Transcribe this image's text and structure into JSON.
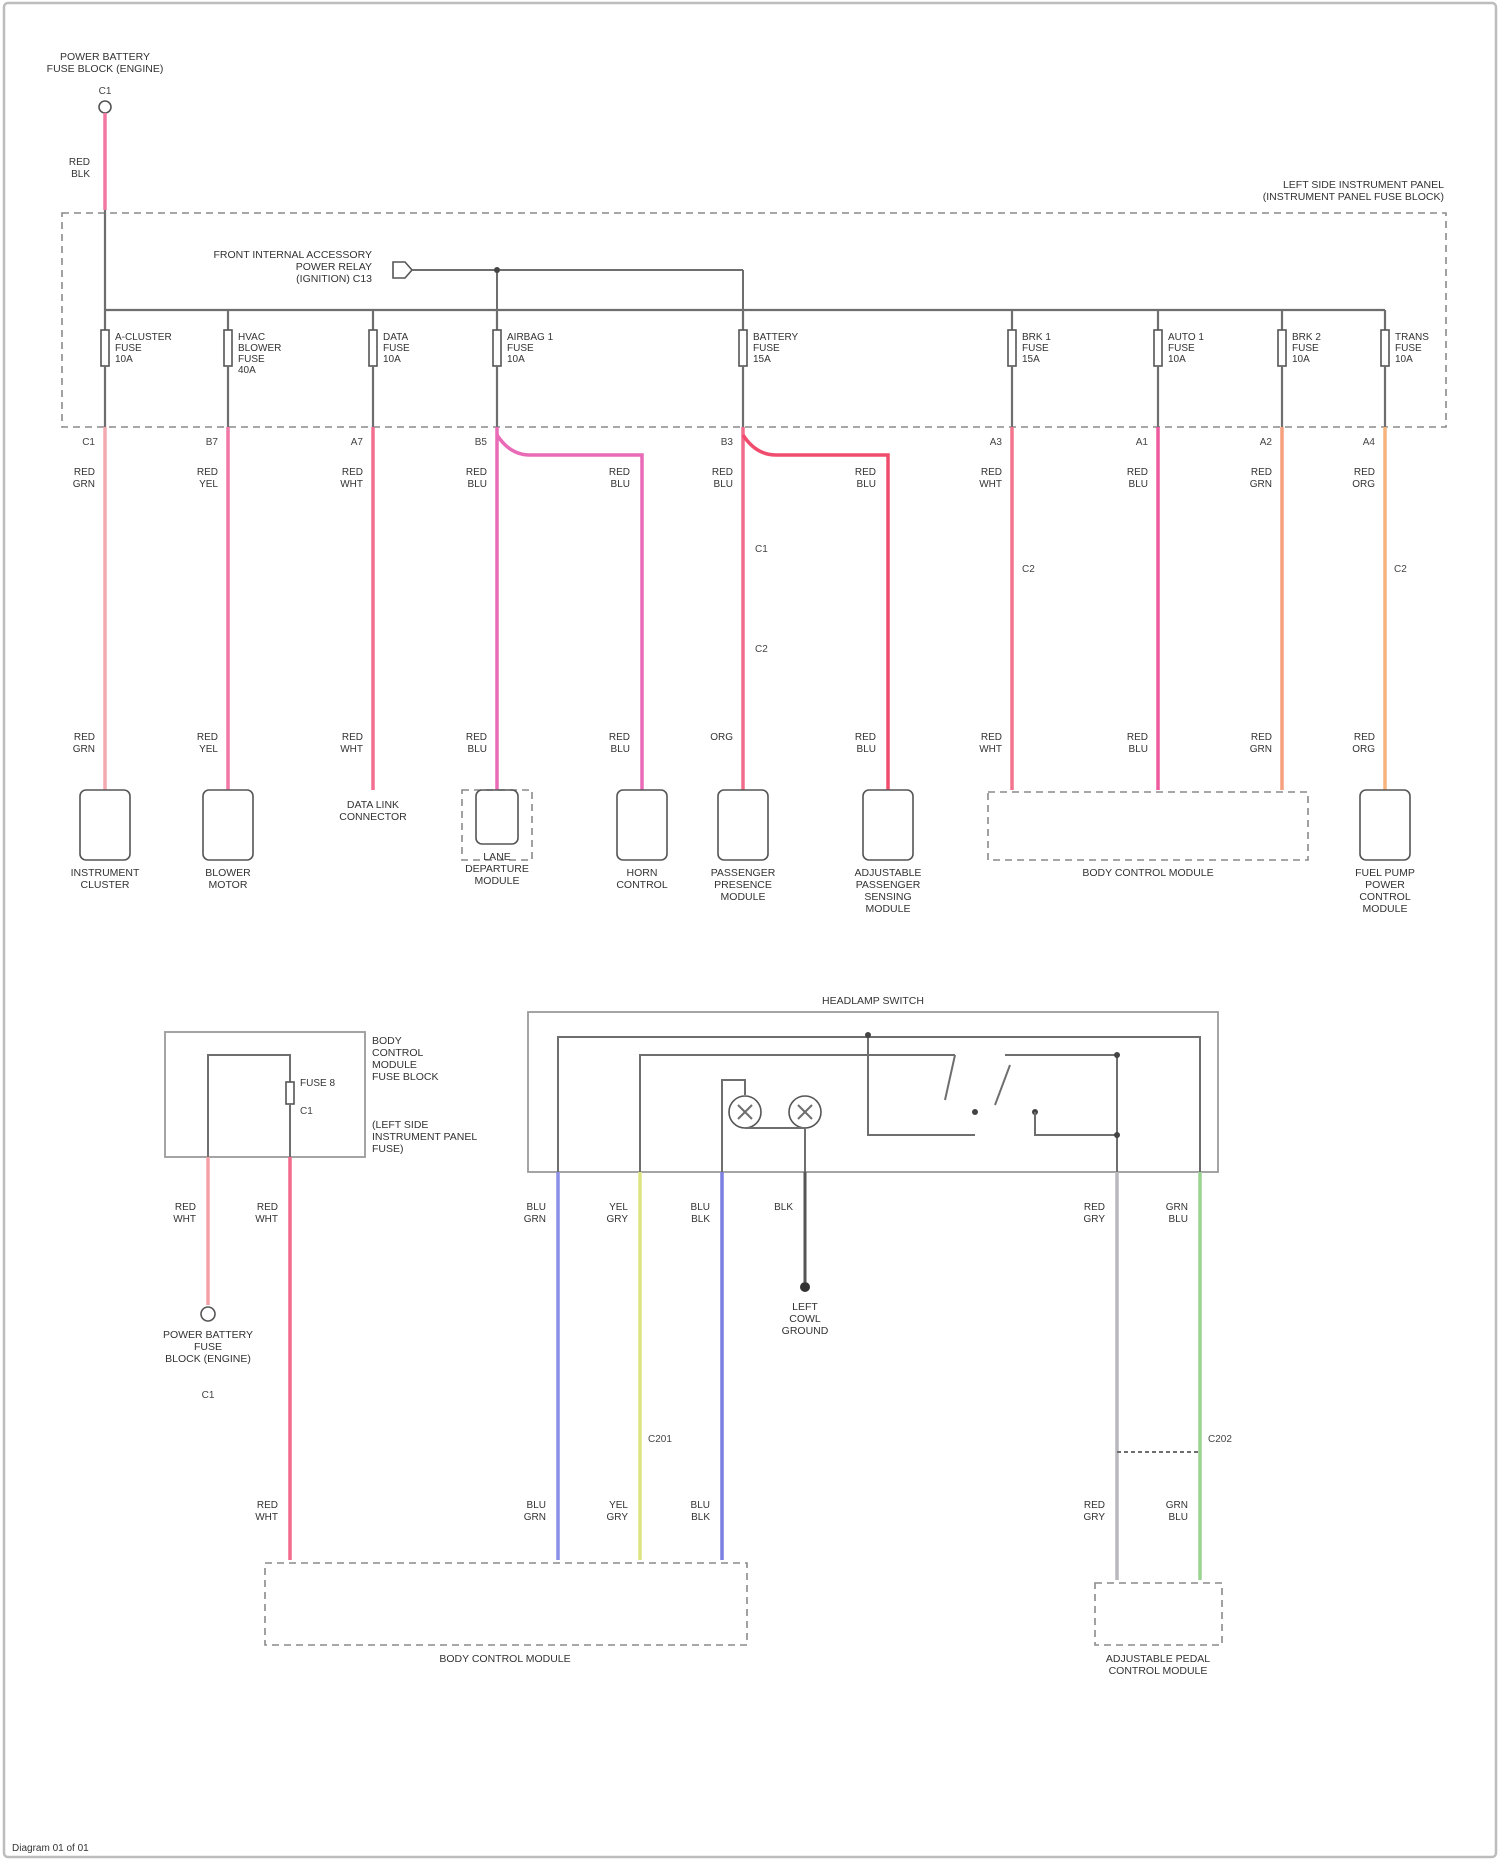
{
  "diagram": {
    "top_source_label": "POWER BATTERY\nFUSE BLOCK (ENGINE)",
    "top_source_pin": "C1",
    "top_source_wire": "RED\nBLK",
    "fuse_block_label": "LEFT SIDE INSTRUMENT PANEL\n(INSTRUMENT PANEL FUSE BLOCK)",
    "accessory_label": "FRONT INTERNAL ACCESSORY\nPOWER RELAY\n(IGNITION) C13",
    "fuses": [
      {
        "id": "f1",
        "label": "A-CLUSTER\nFUSE\n10A",
        "pin": "C1",
        "wire_top": "RED\nGRN",
        "wire_bot": "RED\nGRN",
        "color": "#f3a9b0",
        "component": "INSTRUMENT\nCLUSTER"
      },
      {
        "id": "f2",
        "label": "HVAC\nBLOWER\nFUSE\n40A",
        "pin": "B7",
        "wire_top": "RED\nYEL",
        "wire_bot": "RED\nYEL",
        "color": "#f277a5",
        "component": "BLOWER\nMOTOR"
      },
      {
        "id": "f3",
        "label": "DATA\nFUSE\n10A",
        "pin": "A7",
        "wire_top": "RED\nWHT",
        "wire_bot": "RED\nWHT",
        "color": "#f36e91",
        "component": "DATA LINK\nCONNECTOR"
      },
      {
        "id": "f4",
        "label": "AIRBAG 1\nFUSE\n10A",
        "pin": "B5",
        "wire_top": "RED\nBLU",
        "wire_bot": "RED\nBLU",
        "color": "#e96ab7",
        "component": "LANE\nDEPARTURE\nMODULE"
      },
      {
        "id": "f5",
        "label": "BATTERY\nFUSE\n15A",
        "pin": "B3",
        "wire_top": "RED\nBLU",
        "wire_bot": "ORG",
        "color": "#f16b8a",
        "component": "PASSENGER\nPRESENCE\nMODULE"
      },
      {
        "id": "f6",
        "label": "BRK 1\nFUSE\n15A",
        "pin": "A3",
        "wire_top": "RED\nWHT",
        "wire_bot": "RED\nWHT",
        "color": "#f4748d",
        "component": "BODY CONTROL MODULE"
      },
      {
        "id": "f7",
        "label": "AUTO 1\nFUSE\n10A",
        "pin": "A1",
        "wire_top": "RED\nBLU",
        "wire_bot": "RED\nBLU",
        "color": "#ee5a9e",
        "component": ""
      },
      {
        "id": "f8",
        "label": "BRK 2\nFUSE\n10A",
        "pin": "A2",
        "wire_top": "RED\nGRN",
        "wire_bot": "RED\nGRN",
        "color": "#f7a07e",
        "component": ""
      },
      {
        "id": "f9",
        "label": "TRANS\nFUSE\n10A",
        "pin": "A4",
        "wire_top": "RED\nORG",
        "wire_bot": "RED\nORG",
        "color": "#f6b47c",
        "component": "FUEL PUMP\nPOWER\nCONTROL\nMODULE"
      }
    ],
    "extra_components": {
      "horn": "HORN\nCONTROL",
      "occupant": "ADJUSTABLE\nPASSENGER\nSENSING\nMODULE"
    },
    "connectors": {
      "c1": "C1",
      "c2": "C2",
      "c201": "C201",
      "c202": "C202"
    },
    "bottom": {
      "relay_label": "BODY\nCONTROL\nMODULE\nFUSE BLOCK",
      "relay_sub": "(LEFT SIDE\nINSTRUMENT PANEL\nFUSE)",
      "relay_fuse": "FUSE 8",
      "source2": "POWER BATTERY\nFUSE\nBLOCK (ENGINE)",
      "source2_pin": "C1",
      "switch_label": "HEADLAMP SWITCH",
      "ground_label": "LEFT\nCOWL\nGROUND",
      "bcm_label": "BODY CONTROL MODULE",
      "bcm2_label": "ADJUSTABLE PEDAL\nCONTROL MODULE",
      "wires": [
        {
          "label_top": "RED\nWHT",
          "label_bot": "",
          "color": "#f5a0a8"
        },
        {
          "label_top": "RED\nWHT",
          "label_bot": "RED\nWHT",
          "color": "#f26a8c"
        },
        {
          "label_top": "BLU\nGRN",
          "label_bot": "BLU\nGRN",
          "color": "#8a8fe8"
        },
        {
          "label_top": "YEL\nGRY",
          "label_bot": "YEL\nGRY",
          "color": "#dde580"
        },
        {
          "label_top": "BLU\nBLK",
          "label_bot": "BLU\nBLK",
          "color": "#7a7fe0"
        },
        {
          "label_top": "BLK",
          "label_bot": "",
          "color": "#555555"
        },
        {
          "label_top": "RED\nGRY",
          "label_bot": "RED\nGRY",
          "color": "#b9b9bd"
        },
        {
          "label_top": "GRN\nBLU",
          "label_bot": "GRN\nBLU",
          "color": "#9ad28f"
        }
      ]
    },
    "footer": "Diagram 01 of 01"
  }
}
